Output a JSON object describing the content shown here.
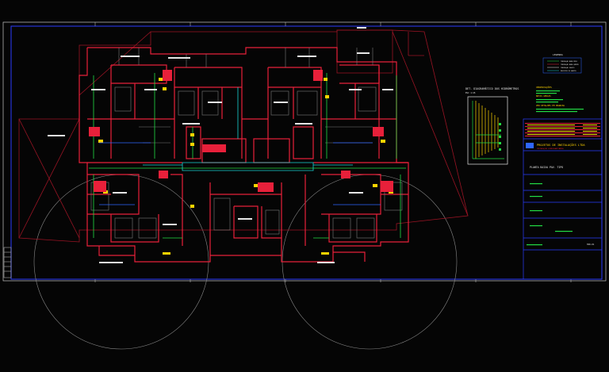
{
  "drawing": {
    "background": "#050505",
    "colors": {
      "wall": "#e8203a",
      "wall_dark": "#9a1424",
      "frame": "#c8c8c8",
      "border": "#2a3cff",
      "green": "#22dd44",
      "cyan": "#19d3d3",
      "yellow": "#ffd400",
      "blue": "#2f66ff",
      "white": "#e6e6e6",
      "grey": "#8a8a8a"
    }
  },
  "detail": {
    "title": "DET. DIAGRAMÁTICO DOS HIDRÔMETROS",
    "scale": "ESC 1:25"
  },
  "legend": {
    "title": "LEGENDA",
    "items": [
      "TUBULAÇÃO ÁGUA FRIA",
      "TUBULAÇÃO ÁGUA QUENTE",
      "TUBULAÇÃO ESGOTO",
      "REGISTRO DE GAVETA"
    ]
  },
  "notes": {
    "head1": "OBSERVAÇÕES",
    "head2": "NOTAS GERAIS",
    "head3": "VER DETALHES EM PRANCHA"
  },
  "title_block": {
    "company": "PROJETOS DE INSTALAÇÕES LTDA",
    "subtitle": "INSTALAÇÕES HIDROSSANITÁRIAS",
    "sheet_title": "PLANTA BAIXA PAV. TIPO",
    "sheet_code": "HID-01"
  }
}
